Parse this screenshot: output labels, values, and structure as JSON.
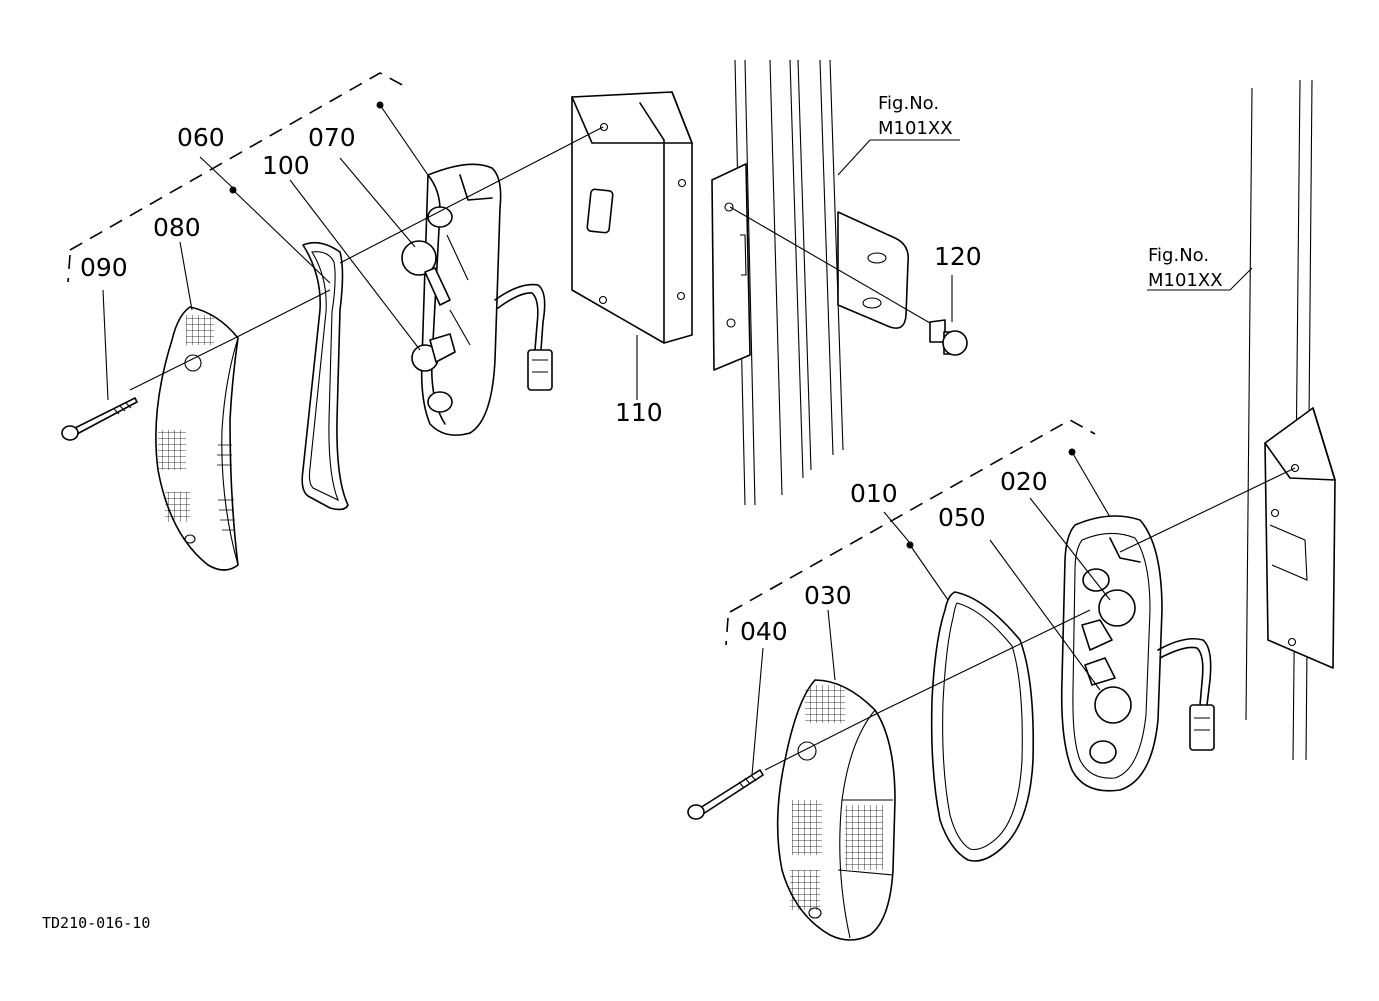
{
  "labels": {
    "p010": "010",
    "p020": "020",
    "p030": "030",
    "p040": "040",
    "p050": "050",
    "p060": "060",
    "p070": "070",
    "p080": "080",
    "p090": "090",
    "p100": "100",
    "p110": "110",
    "p120": "120"
  },
  "fig_ref_1": {
    "line1": "Fig.No.",
    "line2": "M101XX"
  },
  "fig_ref_2": {
    "line1": "Fig.No.",
    "line2": "M101XX"
  },
  "drawing_code": "TD210-016-10"
}
